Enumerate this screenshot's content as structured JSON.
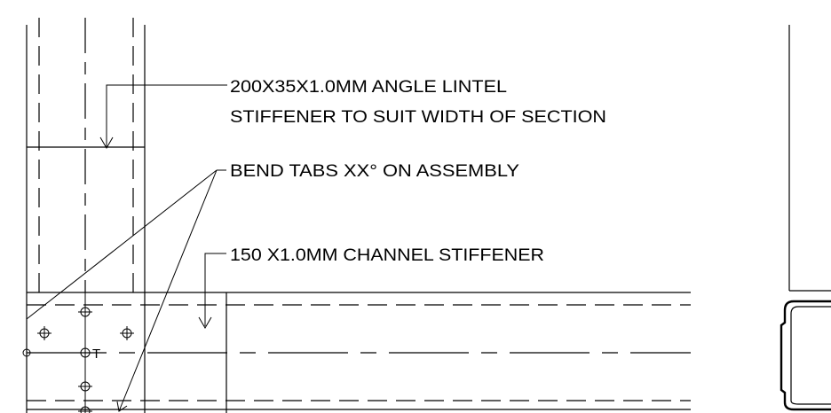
{
  "notes": {
    "angle_lintel_line1": "200X35X1.0MM ANGLE LINTEL",
    "angle_lintel_line2": "STIFFENER TO SUIT WIDTH OF SECTION",
    "bend_tabs": "BEND TABS XX° ON ASSEMBLY",
    "channel_stiffener": "150 X1.0MM CHANNEL STIFFENER"
  },
  "marks": {
    "fastener_tag": "T"
  }
}
